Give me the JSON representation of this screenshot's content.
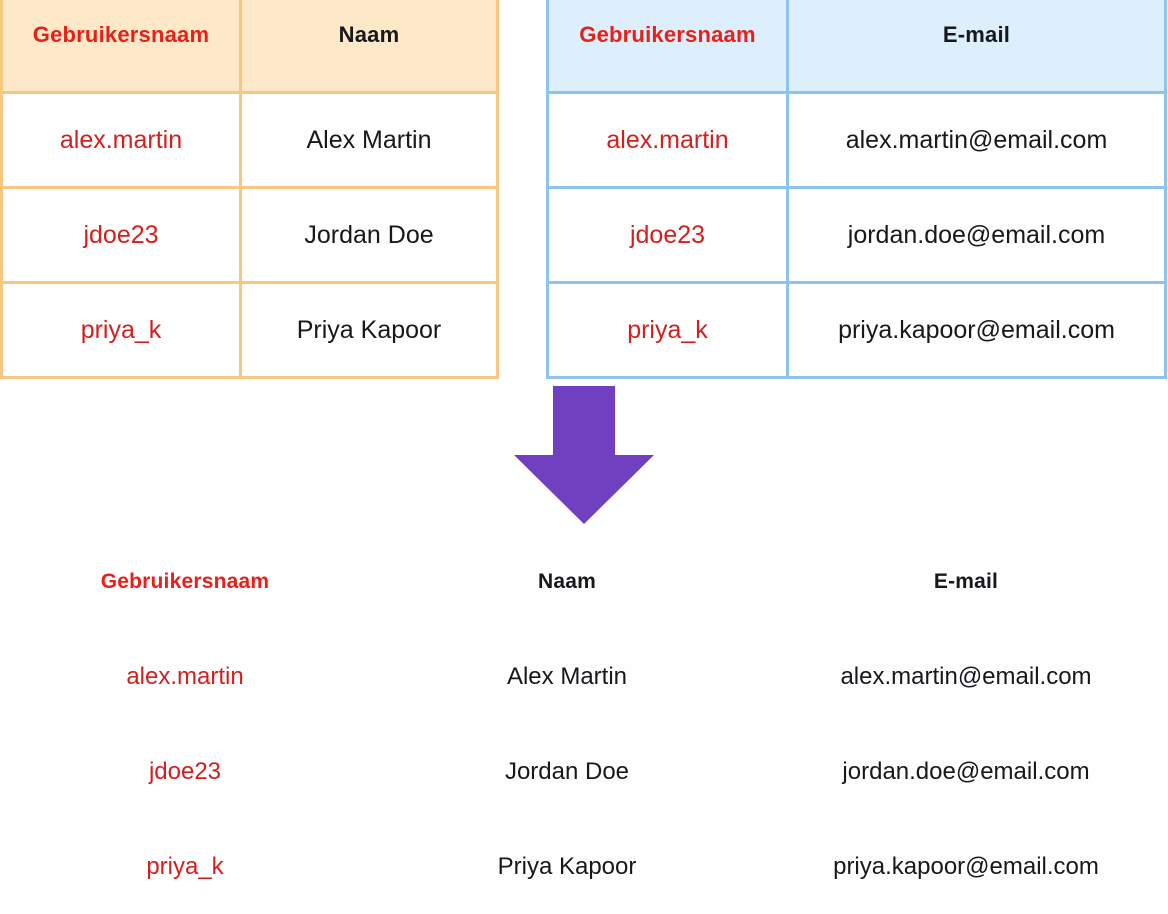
{
  "diagram": {
    "title": "Table join / merge illustration",
    "accent_arrow_color": "#7040c0",
    "colors": {
      "orange_border": "#f7c884",
      "orange_header_bg": "#fde8c8",
      "blue_border": "#8ec4ec",
      "blue_header_bg": "#ddeffc",
      "header_red": "#e8201a",
      "value_red": "#d2201f",
      "text_dark": "#17181c",
      "arrow_purple": "#7040c0"
    }
  },
  "source_table_usernames": {
    "theme": "orange",
    "headers": [
      "Gebruikersnaam",
      "Naam"
    ],
    "rows": [
      {
        "username": "alex.martin",
        "name": "Alex Martin"
      },
      {
        "username": "jdoe23",
        "name": "Jordan Doe"
      },
      {
        "username": "priya_k",
        "name": "Priya Kapoor"
      }
    ]
  },
  "source_table_emails": {
    "theme": "blue",
    "headers": [
      "Gebruikersnaam",
      "E-mail"
    ],
    "rows": [
      {
        "username": "alex.martin",
        "email": "alex.martin@email.com"
      },
      {
        "username": "jdoe23",
        "email": "jordan.doe@email.com"
      },
      {
        "username": "priya_k",
        "email": "priya.kapoor@email.com"
      }
    ]
  },
  "arrow": {
    "icon": "arrow-down-icon",
    "direction": "down",
    "color": "#7040c0"
  },
  "merged_table": {
    "headers": [
      "Gebruikersnaam",
      "Naam",
      "E-mail"
    ],
    "rows": [
      {
        "username": "alex.martin",
        "name": "Alex Martin",
        "email": "alex.martin@email.com"
      },
      {
        "username": "jdoe23",
        "name": "Jordan Doe",
        "email": "jordan.doe@email.com"
      },
      {
        "username": "priya_k",
        "name": "Priya Kapoor",
        "email": "priya.kapoor@email.com"
      }
    ]
  }
}
